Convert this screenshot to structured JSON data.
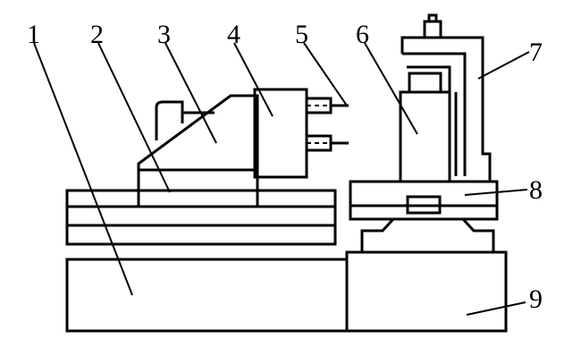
{
  "diagram": {
    "line_color": "#000000",
    "background": "#ffffff",
    "labels": {
      "l1": "1",
      "l2": "2",
      "l3": "3",
      "l4": "4",
      "l5": "5",
      "l6": "6",
      "l7": "7",
      "l8": "8",
      "l9": "9"
    }
  }
}
